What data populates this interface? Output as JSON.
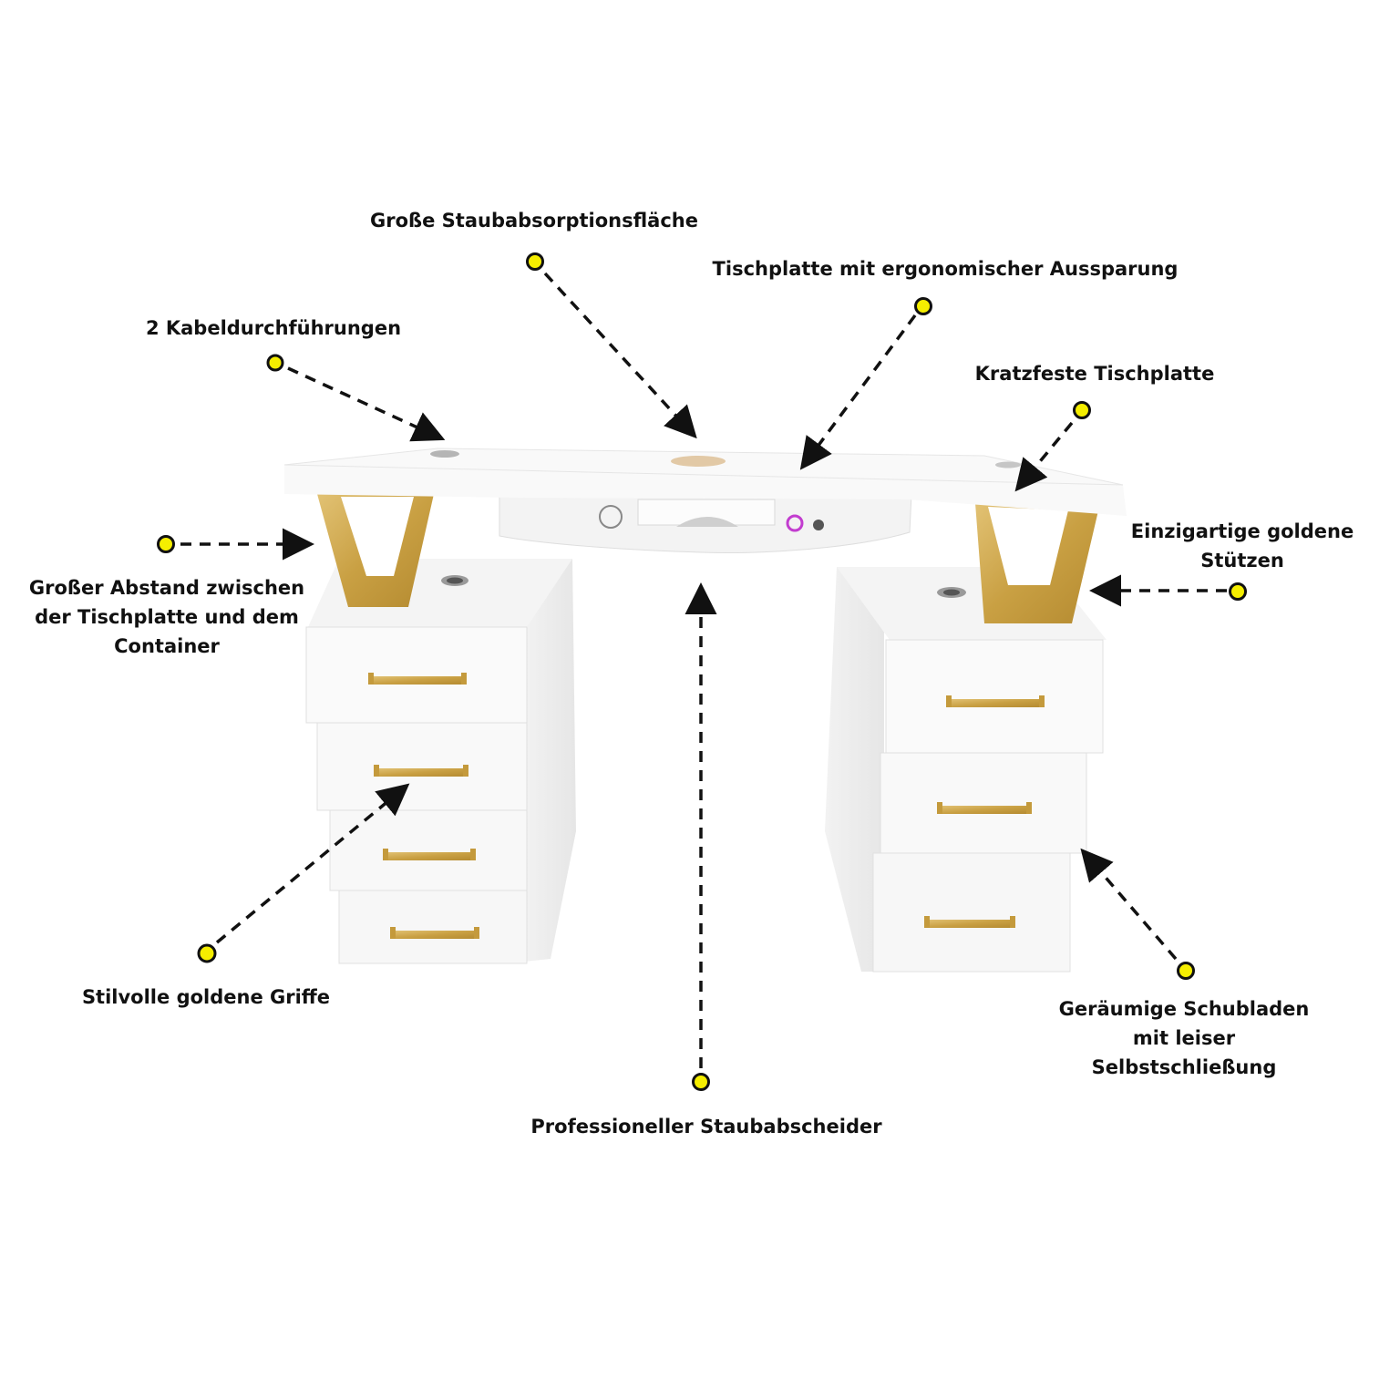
{
  "colors": {
    "background": "#ffffff",
    "marker_fill": "#f5ee00",
    "marker_stroke": "#111111",
    "leader_line": "#111111",
    "gold": "#cfa94a",
    "desk_white": "#f7f7f7"
  },
  "labels": {
    "dust_area": "Große Staubabsorptionsfläche",
    "ergonomic_top": "Tischplatte mit ergonomischer Aussparung",
    "cable_holes": "2 Kabeldurchführungen",
    "scratch_resistant": "Kratzfeste Tischplatte",
    "gold_supports_line1": "Einzigartige goldene",
    "gold_supports_line2": "Stützen",
    "gap_line1": "Großer Abstand zwischen",
    "gap_line2": "der Tischplatte und dem",
    "gap_line3": "Container",
    "handles": "Stilvolle goldene Griffe",
    "drawers_line1": "Geräumige Schubladen",
    "drawers_line2": "mit leiser",
    "drawers_line3": "Selbstschließung",
    "dust_collector": "Professioneller Staubabscheider"
  }
}
